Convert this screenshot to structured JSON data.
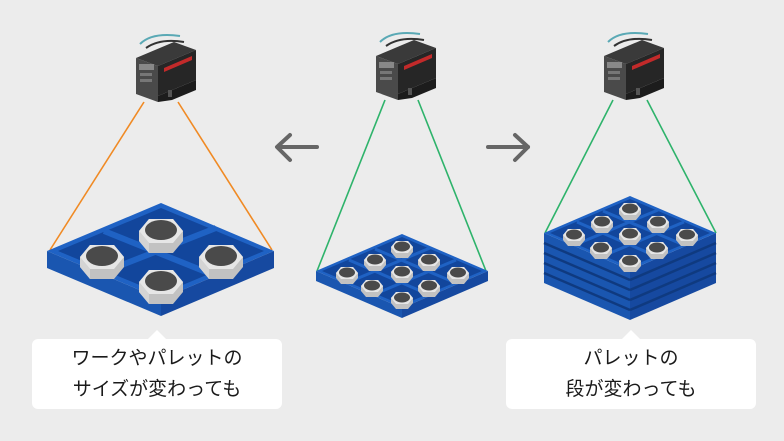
{
  "captions": {
    "left": {
      "line1": "ワークやパレットの",
      "line2": "サイズが変わっても"
    },
    "right": {
      "line1": "パレットの",
      "line2": "段が変わっても"
    }
  },
  "panels": [
    {
      "id": "left",
      "variant": "large-workpieces",
      "grid": "2x2",
      "pallet_layers": 1,
      "beam_color": "#f08a24"
    },
    {
      "id": "center",
      "variant": "reference",
      "grid": "3x3",
      "pallet_layers": 1,
      "beam_color": "#2eb36b"
    },
    {
      "id": "right",
      "variant": "stacked-pallets",
      "grid": "3x3",
      "pallet_layers": 5,
      "beam_color": "#2eb36b"
    }
  ],
  "arrows": {
    "left": "arrow-left-icon",
    "right": "arrow-right-icon"
  },
  "colors": {
    "background": "#ececec",
    "pallet_top": "#1f62c4",
    "pallet_side": "#1a56b0",
    "pallet_dark": "#0f3f8c",
    "nut_light": "#e4e4e4",
    "nut_shade": "#b9b9b9",
    "nut_hole": "#4a4a4a",
    "sensor_body": "#2e2e2e",
    "arrow": "#666666"
  }
}
